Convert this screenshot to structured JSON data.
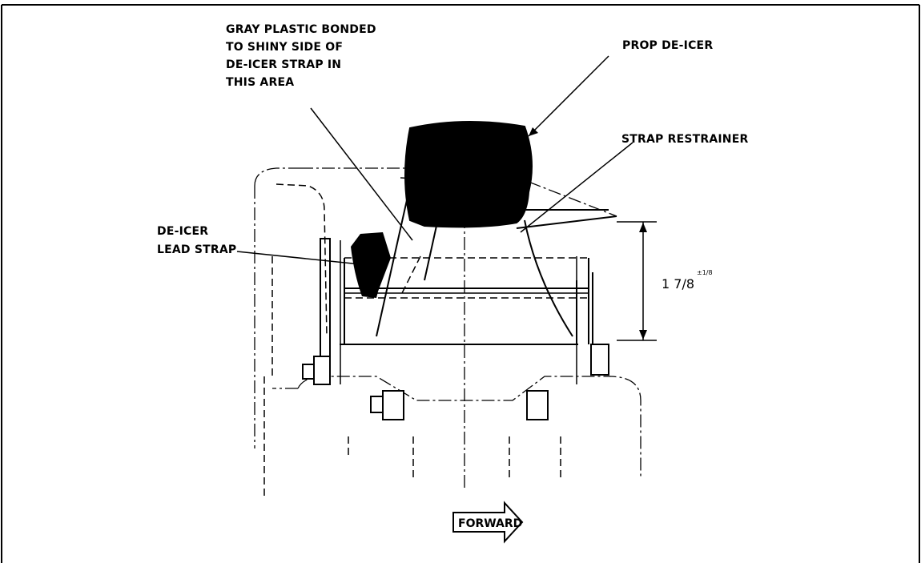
{
  "callouts": {
    "gray_plastic": [
      "GRAY PLASTIC BONDED",
      "TO SHINY SIDE OF",
      "DE-ICER STRAP IN",
      "THIS AREA"
    ],
    "prop_deicer": "PROP DE-ICER",
    "strap_restrainer": "STRAP RESTRAINER",
    "deicer_lead_strap": [
      "DE-ICER",
      "LEAD STRAP"
    ]
  },
  "dimension": {
    "value": "1 7/8",
    "tolerance": "±1/8"
  },
  "forward_label": "FORWARD",
  "colors": {
    "ink": "#000000",
    "paper": "#ffffff"
  }
}
